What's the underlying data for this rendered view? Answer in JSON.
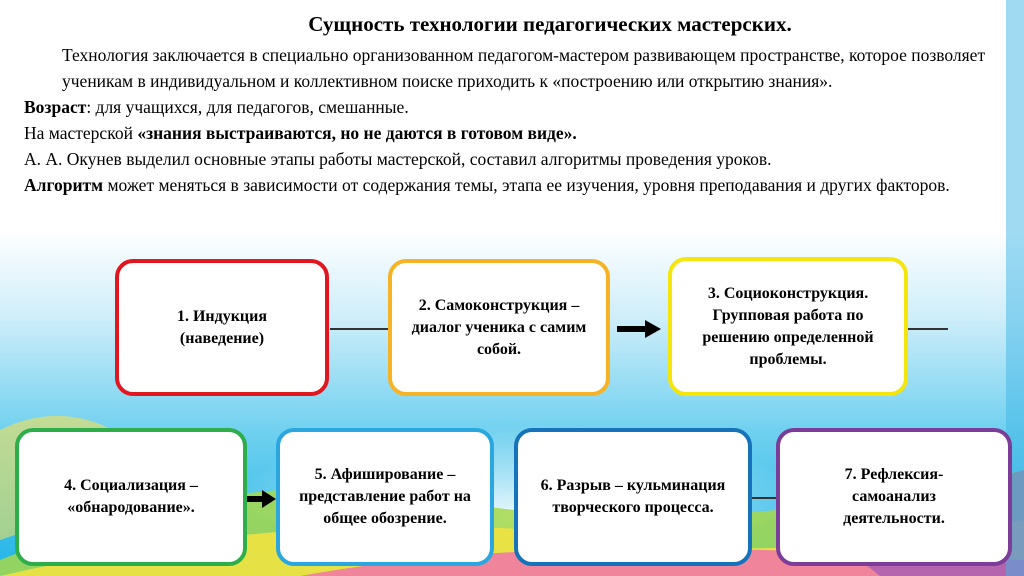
{
  "title": "Сущность технологии педагогических мастерских.",
  "paragraphs": {
    "intro": "Технология заключается в специально организованном педагогом-мастером развивающем пространстве, которое позволяет ученикам в индивидуальном и коллективном поиске приходить к «построению или открытию знания».",
    "age_label": "Возраст",
    "age_text": ": для учащихся, для педагогов, смешанные.",
    "workshop_prefix": "На мастерской ",
    "workshop_bold": "«знания выстраиваются, но не даются в готовом виде».",
    "okunev": "А. А. Окунев выделил основные этапы работы мастерской, составил алгоритмы проведения уроков.",
    "algo_label": "Алгоритм",
    "algo_text": "  может меняться  в зависимости от содержания темы, этапа ее изучения, уровня преподавания и других факторов."
  },
  "stages": [
    {
      "label": "1. Индукция (наведение)",
      "color": "#e0171e"
    },
    {
      "label": "2. Самоконструкция – диалог ученика с самим собой.",
      "color": "#f5b325"
    },
    {
      "label": "3. Социоконструкция. Групповая работа по решению определенной проблемы.",
      "color": "#f4e60d"
    },
    {
      "label": "4. Социализация – «обнародование».",
      "color": "#2eae4a"
    },
    {
      "label": "5. Афиширование – представление работ на общее обозрение.",
      "color": "#2aa7de"
    },
    {
      "label": "6. Разрыв – кульминация творческого процесса.",
      "color": "#1673b9"
    },
    {
      "label": "7. Рефлексия-самоанализ деятельности.",
      "color": "#7b3d97"
    }
  ]
}
